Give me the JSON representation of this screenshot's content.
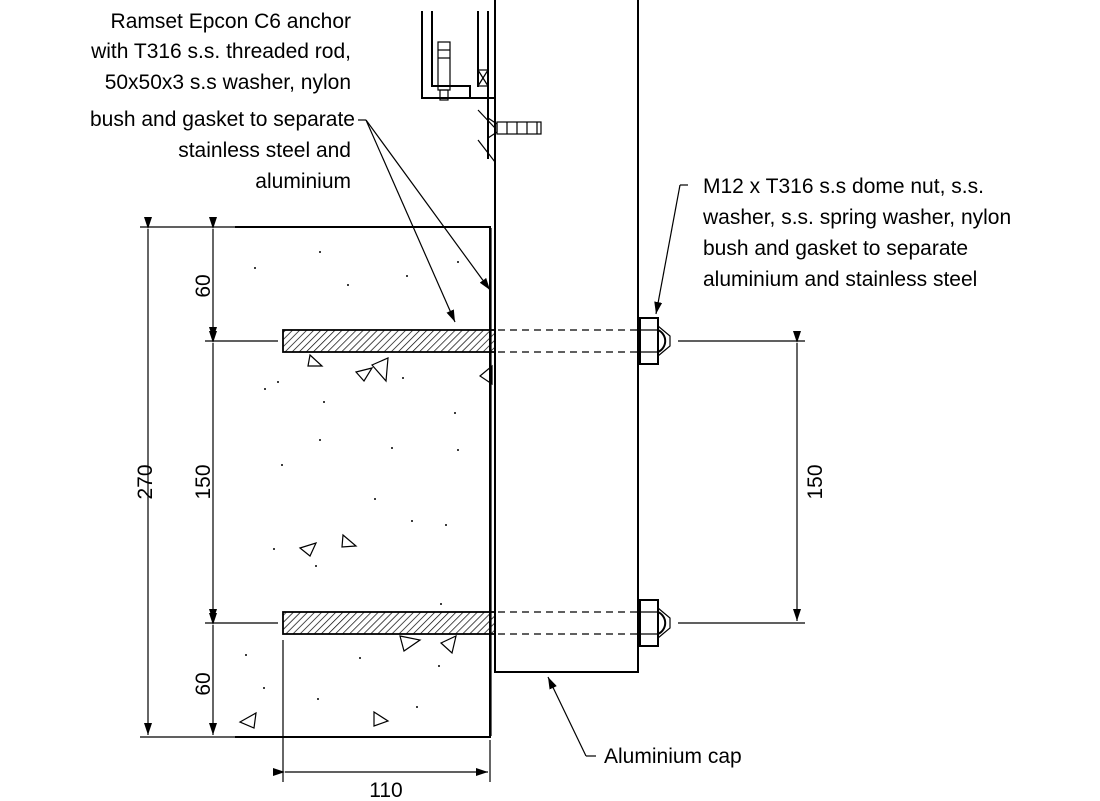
{
  "notes": {
    "anchor": [
      "Ramset Epcon C6 anchor",
      "with T316 s.s. threaded rod,",
      "50x50x3 s.s washer, nylon",
      "bush and gasket to separate",
      "stainless steel and",
      "aluminium"
    ],
    "dome_nut": [
      "M12 x T316 s.s dome nut, s.s.",
      "washer, s.s. spring washer, nylon",
      "bush and gasket to separate",
      "aluminium and stainless steel"
    ],
    "cap": "Aluminium cap"
  },
  "dimensions": {
    "overall_height": "270",
    "top_edge": "60",
    "middle_spacing": "150",
    "bottom_edge": "60",
    "width": "110",
    "right_spacing": "150"
  }
}
